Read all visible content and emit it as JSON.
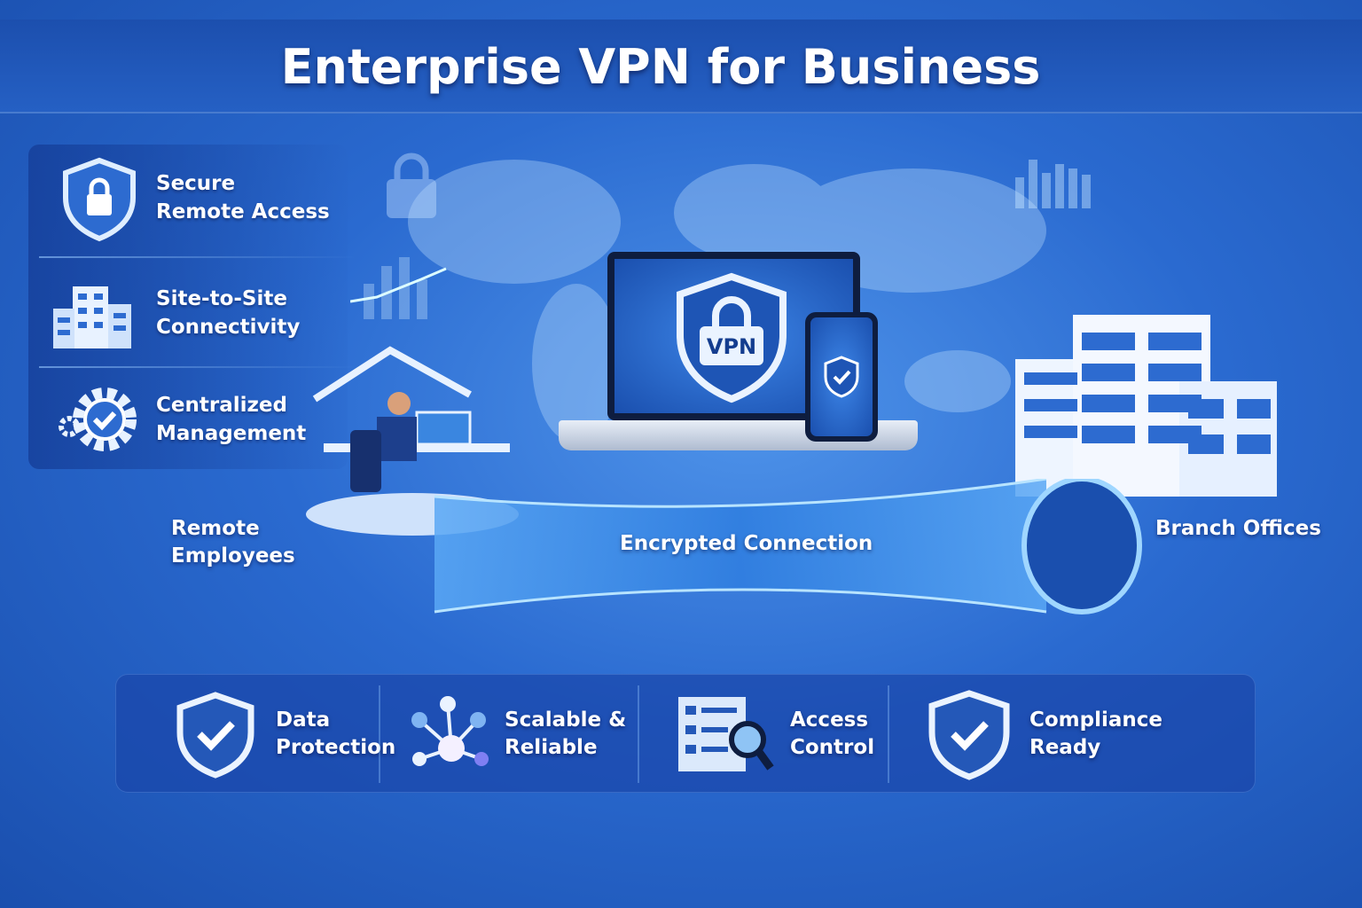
{
  "title": "Enterprise VPN for Business",
  "features_left": [
    {
      "label": "Secure\nRemote Access",
      "icon": "shield-lock-icon"
    },
    {
      "label": "Site-to-Site\nConnectivity",
      "icon": "office-building-icon"
    },
    {
      "label": "Centralized\nManagement",
      "icon": "gear-check-icon"
    }
  ],
  "scene": {
    "vpn_badge": "VPN",
    "remote_label": "Remote\nEmployees",
    "connection_label": "Encrypted Connection",
    "branch_label": "Branch Offices"
  },
  "features_bottom": [
    {
      "label": "Data\nProtection",
      "icon": "shield-check-icon"
    },
    {
      "label": "Scalable &\nReliable",
      "icon": "network-nodes-icon"
    },
    {
      "label": "Access\nControl",
      "icon": "document-search-icon"
    },
    {
      "label": "Compliance\nReady",
      "icon": "shield-check-icon"
    }
  ],
  "colors": {
    "accent": "#2a6ad0",
    "dark": "#1a4fae",
    "glow": "#8fd0ff"
  }
}
